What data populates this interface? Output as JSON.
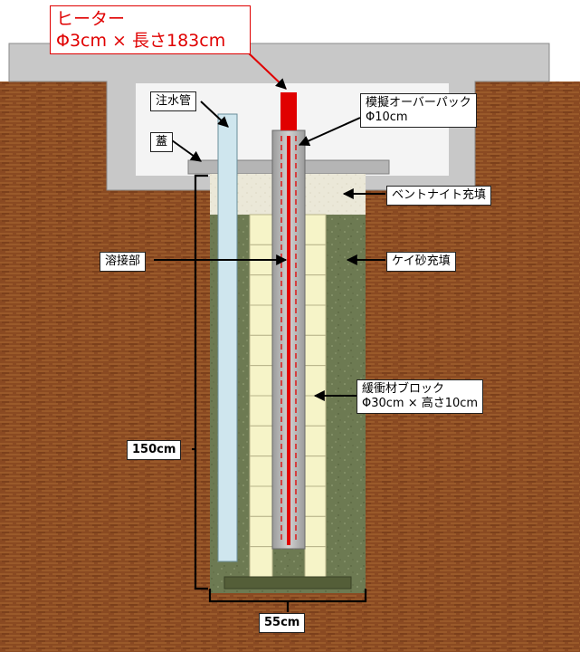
{
  "labels": {
    "heater_line1": "ヒーター",
    "heater_line2": "Φ3cm × 長さ183cm",
    "water_pipe": "注水管",
    "lid": "蓋",
    "overpack_line1": "模擬オーバーパック",
    "overpack_line2": "Φ10cm",
    "bentonite_fill": "ベントナイト充填",
    "weld": "溶接部",
    "silica_sand_fill": "ケイ砂充填",
    "buffer_line1": "緩衝材ブロック",
    "buffer_line2": "Φ30cm × 高さ10cm",
    "depth": "150cm",
    "width": "55cm"
  },
  "colors": {
    "soil": "#8a4a22",
    "concrete": "#c8c8c8",
    "pit_air": "#f4f4f4",
    "bentonite": "#ebe8d8",
    "silica_sand": "#6d7a52",
    "buffer_block": "#f6f4c8",
    "overpack": "#b9b9b9",
    "water_pipe": "#cfe6ee",
    "heater": "#e00000",
    "base_plate": "#545e38"
  },
  "buffer_block_count": 12
}
